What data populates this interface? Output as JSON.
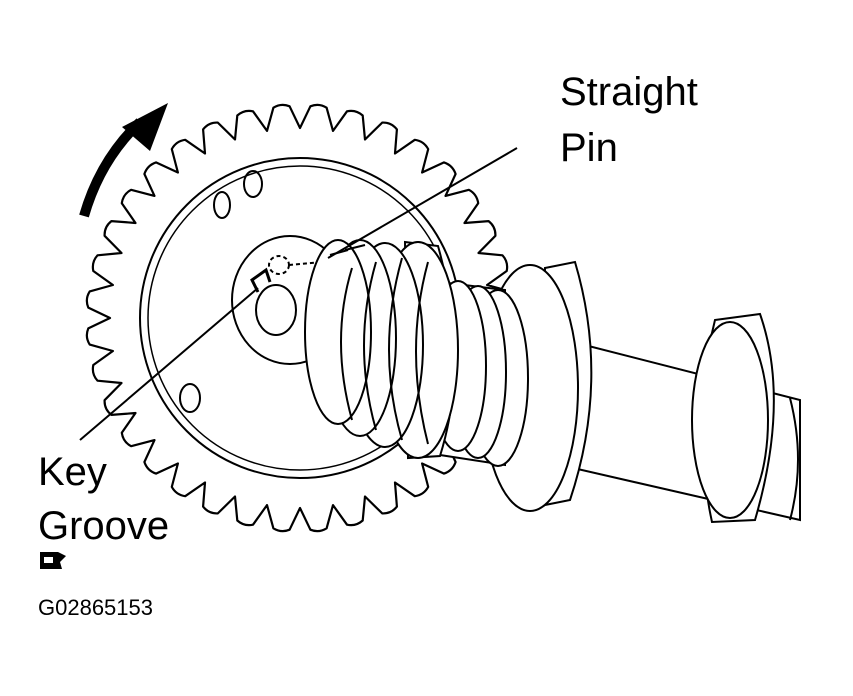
{
  "labels": {
    "straight_pin": [
      "Straight",
      "Pin"
    ],
    "key_groove": [
      "Key",
      "Groove"
    ]
  },
  "figure_id": "G02865153",
  "icons": {
    "view_icon": "camera-icon",
    "rotation_arrow": "rotation-arrow-icon"
  },
  "colors": {
    "line": "#000000",
    "background": "#ffffff"
  }
}
